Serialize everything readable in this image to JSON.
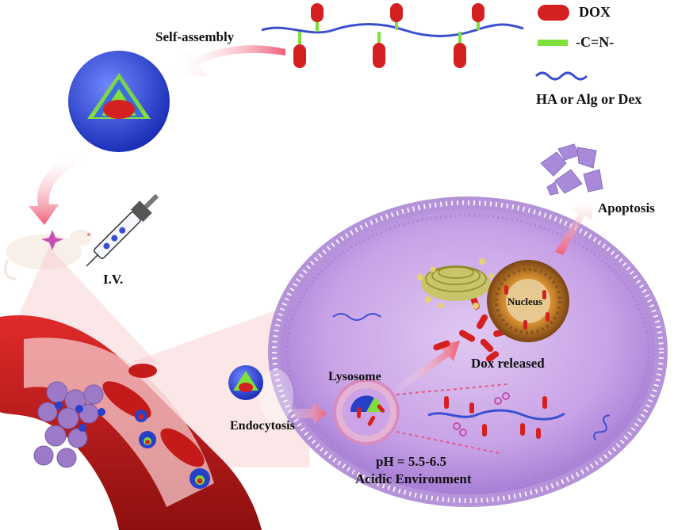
{
  "legend": {
    "dox": "DOX",
    "linker": "-C=N-",
    "polymer": "HA or Alg or Dex"
  },
  "labels": {
    "self_assembly": "Self-assembly",
    "iv": "I.V.",
    "apoptosis": "Apoptosis",
    "nucleus": "Nucleus",
    "lysosome": "Lysosome",
    "dox_released": "Dox released",
    "endocytosis": "Endocytosis",
    "ph": "pH = 5.5-6.5",
    "acidic": "Acidic Environment"
  },
  "colors": {
    "dox_red": "#d42020",
    "linker_green": "#7ee03a",
    "polymer_blue": "#3a4fd0",
    "cell_purple": "#c49be0",
    "membrane": "#a886d6",
    "arrow_pink": "#f07080",
    "vessel_red": "#c41a1a"
  }
}
